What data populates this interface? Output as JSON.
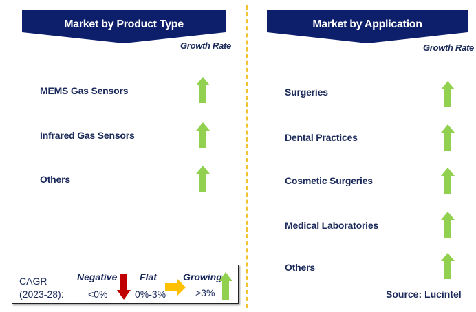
{
  "left_panel": {
    "title": "Market by Product Type",
    "growth_rate_label": "Growth Rate",
    "items": [
      {
        "label": "MEMS Gas Sensors",
        "trend": "growing"
      },
      {
        "label": "Infrared Gas Sensors",
        "trend": "growing"
      },
      {
        "label": "Others",
        "trend": "growing"
      }
    ]
  },
  "right_panel": {
    "title": "Market by Application",
    "growth_rate_label": "Growth Rate",
    "items": [
      {
        "label": "Surgeries",
        "trend": "growing"
      },
      {
        "label": "Dental Practices",
        "trend": "growing"
      },
      {
        "label": "Cosmetic Surgeries",
        "trend": "growing"
      },
      {
        "label": "Medical Laboratories",
        "trend": "growing"
      },
      {
        "label": "Others",
        "trend": "growing"
      }
    ]
  },
  "legend": {
    "cagr_label": "CAGR",
    "period": "(2023-28):",
    "negative": {
      "label": "Negative",
      "range": "<0%",
      "icon": "down-arrow-icon",
      "color": "#c00000"
    },
    "flat": {
      "label": "Flat",
      "range": "0%-3%",
      "icon": "right-arrow-icon",
      "color": "#ffc000"
    },
    "growing": {
      "label": "Growing",
      "range": ">3%",
      "icon": "up-arrow-icon",
      "color": "#92d050"
    }
  },
  "source": "Source: Lucintel",
  "colors": {
    "banner": "#0d1f6b",
    "text": "#1b2a5a",
    "divider": "#f2c230"
  }
}
